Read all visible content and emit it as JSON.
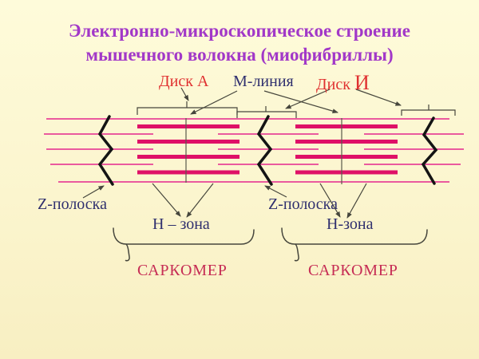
{
  "slide": {
    "title": {
      "line1": "Электронно-микроскопическое строение",
      "line2": "мышечного волокна (миофибриллы)"
    },
    "labels": {
      "disk_a": "Диск А",
      "m_line": "М-линия",
      "disk_i_prefix": "Диск",
      "disk_i_letter": "И",
      "z_band_left": "Z-полоска",
      "z_band_mid": "Z-полоска",
      "h_zone_left": "Н – зона",
      "h_zone_right": "Н-зона",
      "sarcomere_left": "САРКОМЕР",
      "sarcomere_right": "САРКОМЕР"
    },
    "colors": {
      "background_top": "#FEFBDA",
      "background_bottom": "#F8EFC2",
      "title": "#A238C8",
      "red_label": "#E03131",
      "navy_label": "#2F2F6E",
      "sarcomere_label": "#C62D55",
      "thin_filament": "#EA5A9E",
      "thick_filament": "#DF1067",
      "z_line": "#141414",
      "annotation": "#46463C"
    }
  }
}
